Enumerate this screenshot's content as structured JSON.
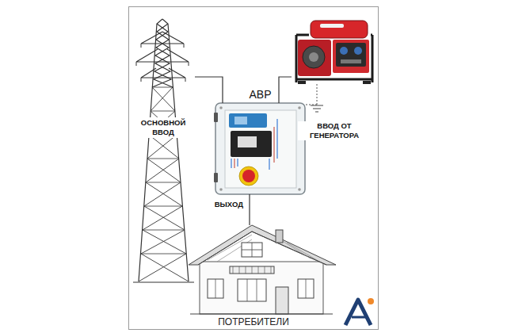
{
  "diagram": {
    "nodes": [
      {
        "text": [
          "ОСНОВНОЙ ВВОД"
        ]
      },
      {
        "text": [
          "ВВОД ОТ ГЕНЕРАТОРА"
        ]
      },
      {
        "text": [
          "АВР"
        ]
      },
      {
        "text": [
          "ПОТРЕБИТЕЛИ"
        ]
      }
    ],
    "edges": [
      {
        "from": 0,
        "to": 2,
        "arrow": "none"
      },
      {
        "from": 1,
        "to": 2,
        "arrow": "none"
      },
      {
        "from": 2,
        "to": 3,
        "label": "ВЫХОД",
        "arrow": "none"
      }
    ]
  }
}
